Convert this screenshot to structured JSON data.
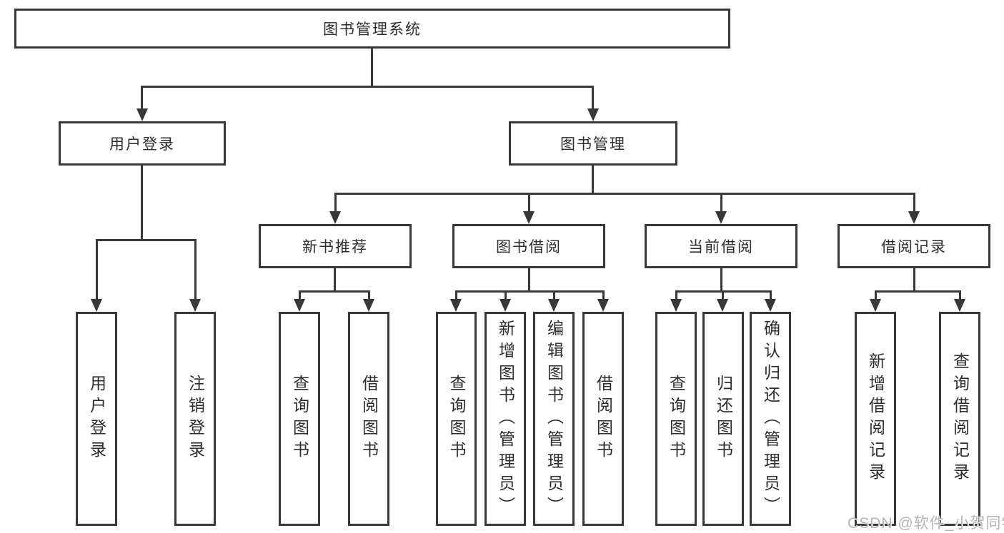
{
  "diagram": {
    "title_node": {
      "label": "图书管理系统"
    },
    "level2": [
      {
        "id": "user-login",
        "label": "用户登录"
      },
      {
        "id": "book-management",
        "label": "图书管理"
      }
    ],
    "level3": [
      {
        "id": "new-book-recommend",
        "parent": "book-management",
        "label": "新书推荐"
      },
      {
        "id": "book-borrow",
        "parent": "book-management",
        "label": "图书借阅"
      },
      {
        "id": "current-borrow",
        "parent": "book-management",
        "label": "当前借阅"
      },
      {
        "id": "borrow-record",
        "parent": "book-management",
        "label": "借阅记录"
      }
    ],
    "leaves": [
      {
        "parent": "user-login",
        "label": "用户登录"
      },
      {
        "parent": "user-login",
        "label": "注销登录"
      },
      {
        "parent": "new-book-recommend",
        "label": "查询图书"
      },
      {
        "parent": "new-book-recommend",
        "label": "借阅图书"
      },
      {
        "parent": "book-borrow",
        "label": "查询图书"
      },
      {
        "parent": "book-borrow",
        "label": "新增图书（管理员）"
      },
      {
        "parent": "book-borrow",
        "label": "编辑图书（管理员）"
      },
      {
        "parent": "book-borrow",
        "label": "借阅图书"
      },
      {
        "parent": "current-borrow",
        "label": "查询图书"
      },
      {
        "parent": "current-borrow",
        "label": "归还图书"
      },
      {
        "parent": "current-borrow",
        "label": "确认归还（管理员）"
      },
      {
        "parent": "borrow-record",
        "label": "新增借阅记录"
      },
      {
        "parent": "borrow-record",
        "label": "查询借阅记录"
      }
    ],
    "colors": {
      "line": "#383838",
      "text": "#2d2d2d",
      "background": "#ffffff",
      "watermark": "#b5b5b5"
    },
    "watermark": {
      "text": "CSDN @软件_小贺同学"
    }
  }
}
